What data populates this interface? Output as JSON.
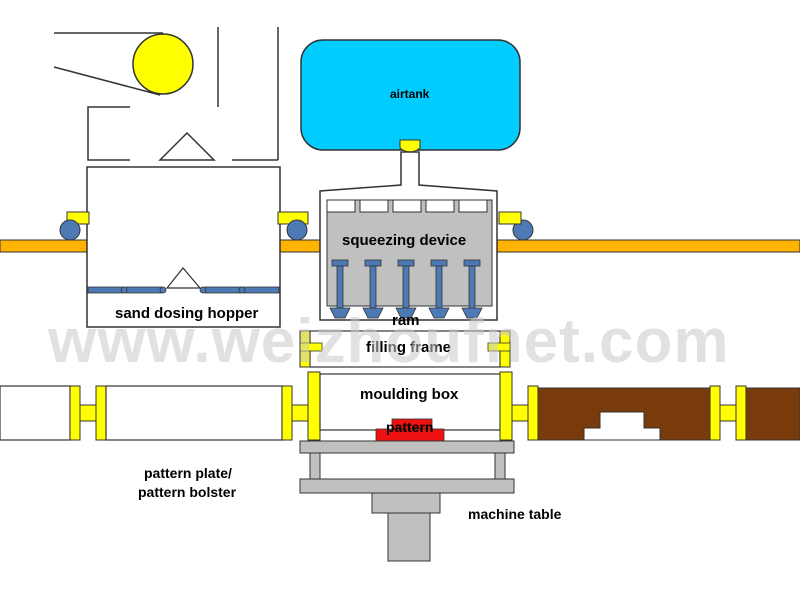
{
  "labels": {
    "airtank": "airtank",
    "squeezing_device": "squeezing device",
    "sand_dosing_hopper": "sand dosing hopper",
    "ram": "ram",
    "filling_frame": "filling frame",
    "moulding_box": "moulding box",
    "pattern": "pattern",
    "pattern_plate_line1": "pattern plate/",
    "pattern_plate_line2": "pattern bolster",
    "machine_table": "machine table"
  },
  "watermark": "www.weizhoufnet.com",
  "colors": {
    "airtank": "#00ccff",
    "rail": "#ffb300",
    "roller": "#4d7ab5",
    "clamp": "#ffff00",
    "pulley": "#ffff00",
    "squeeze": "#c0c0c0",
    "ram": "#4d7ab5",
    "mould_sand": "#7a3b0c",
    "pattern": "#ee1111",
    "machine": "#c0c0c0",
    "outline": "#333333"
  }
}
